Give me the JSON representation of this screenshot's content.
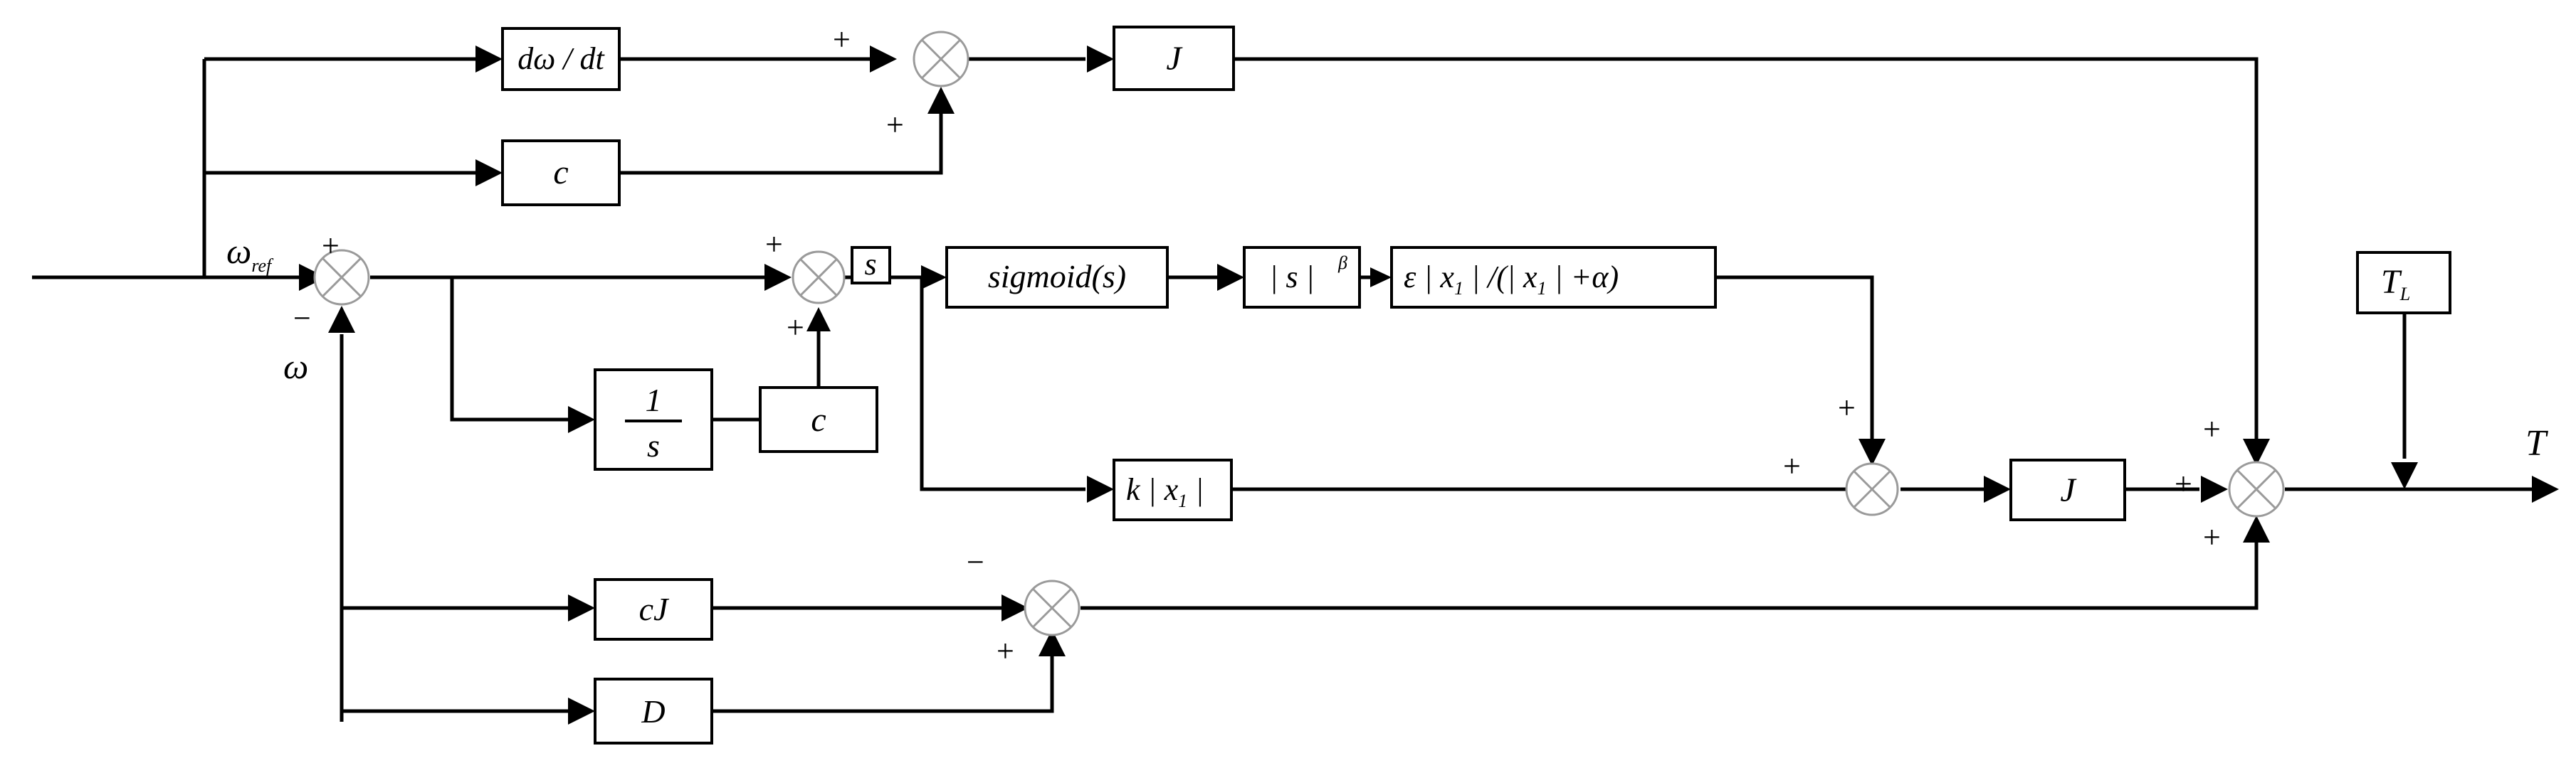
{
  "signals": {
    "omega_ref": "ω",
    "omega_ref_sub": "ref",
    "omega": "ω",
    "T": "T",
    "s_signal": "s"
  },
  "blocks": {
    "d_omega_dt": "dω / dt",
    "c_top": "c",
    "J_top": "J",
    "integrator_num": "1",
    "integrator_den": "s",
    "c_mid": "c",
    "sigmoid": "sigmoid(s)",
    "s_power": "| s |",
    "s_power_sup": "β",
    "eps_pre": "ε | x",
    "eps_sub": "1",
    "eps_mid": " | /(| x",
    "eps_sub2": "1",
    "eps_post": " | +α)",
    "k_pre": "k | x",
    "k_sub": "1",
    "k_post": " |",
    "J_out": "J",
    "T_L": "T",
    "T_L_sub": "L",
    "cJ": "cJ",
    "D": "D"
  },
  "signs": {
    "s_top_a": "+",
    "s_top_b": "+",
    "s_main_a": "+",
    "s_main_b": "−",
    "s_s_a": "+",
    "s_s_b": "+",
    "s_k_a": "+",
    "s_k_b": "+",
    "s_out_a": "+",
    "s_out_b": "+",
    "s_out_c": "+",
    "s_low_a": "−",
    "s_low_b": "+"
  }
}
